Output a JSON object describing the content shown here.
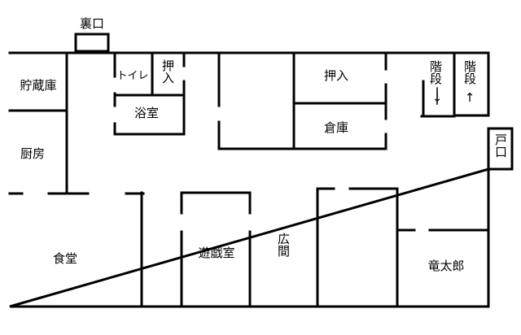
{
  "floor_plan": {
    "rooms": {
      "back_door": "裏口",
      "storage": "貯蔵庫",
      "kitchen": "厨房",
      "toilet": "トイレ",
      "closet_small": "押入",
      "bath": "浴室",
      "closet": "押入",
      "warehouse": "倉庫",
      "stairs_down": "階段",
      "stairs_up": "階段",
      "door": "戸口",
      "dining": "食堂",
      "playroom": "遊戯室",
      "hall": "広間",
      "ryutaro": "竜太郎"
    },
    "arrows": {
      "down": "↓",
      "up": "↑"
    },
    "line_color": "#000000",
    "background": "#ffffff"
  }
}
